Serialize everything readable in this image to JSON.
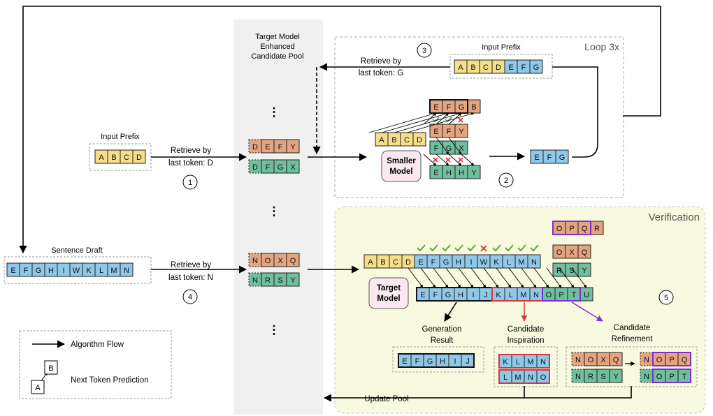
{
  "colors": {
    "yellow": "#f7de8a",
    "blue": "#8fc8e8",
    "orange": "#e3a47f",
    "green": "#6fbe9e",
    "pool_bg": "#f0f0f0",
    "verify_bg": "#f8fadf",
    "model_bg": "#fbe9ef",
    "purple": "#7b2fd0",
    "red_outline": "#d9373d",
    "check": "#5aaa3c",
    "cross": "#e0302a"
  },
  "pool": {
    "title_lines": [
      "Target Model",
      "Enhanced",
      "Candidate Pool"
    ],
    "ellipsis": "⋮"
  },
  "loop": {
    "label": "Loop 3x"
  },
  "verification": {
    "label": "Verification"
  },
  "input_prefix_left": {
    "label": "Input Prefix",
    "tokens": [
      "A",
      "B",
      "C",
      "D"
    ]
  },
  "input_prefix_loop": {
    "label": "Input Prefix",
    "tokens": [
      "A",
      "B",
      "C",
      "D",
      "E",
      "F",
      "G"
    ]
  },
  "step1": {
    "num": "1",
    "lines": [
      "Retrieve by",
      "last token: D"
    ]
  },
  "step2": {
    "num": "2"
  },
  "step3": {
    "num": "3",
    "lines": [
      "Retrieve by",
      "last token: G"
    ]
  },
  "step4": {
    "num": "4",
    "lines": [
      "Retrieve by",
      "last token: N"
    ]
  },
  "step5": {
    "num": "5"
  },
  "pool_d_rows": [
    [
      "D",
      "E",
      "F",
      "Y"
    ],
    [
      "D",
      "F",
      "G",
      "X"
    ]
  ],
  "pool_n_rows": [
    [
      "N",
      "O",
      "X",
      "Q"
    ],
    [
      "N",
      "R",
      "S",
      "Y"
    ]
  ],
  "smaller_model": {
    "lines": [
      "Smaller",
      "Model"
    ]
  },
  "target_model": {
    "lines": [
      "Target",
      "Model"
    ]
  },
  "small_ctx": [
    "A",
    "B",
    "C",
    "D"
  ],
  "small_preds": [
    [
      "E",
      "F",
      "G",
      "B"
    ],
    [
      "E",
      "F",
      "Y"
    ],
    [
      "F",
      "G",
      "X"
    ],
    [
      "E",
      "H",
      "H",
      "Y"
    ]
  ],
  "small_result": [
    "E",
    "F",
    "G"
  ],
  "sentence_draft": {
    "label": "Sentence Draft",
    "tokens": [
      "E",
      "F",
      "G",
      "H",
      "I",
      "W",
      "K",
      "L",
      "M",
      "N"
    ]
  },
  "verify_input": [
    "A",
    "B",
    "C",
    "D",
    "E",
    "F",
    "G",
    "H",
    "I",
    "W",
    "K",
    "L",
    "M",
    "N"
  ],
  "verify_marks": [
    "check",
    "check",
    "check",
    "check",
    "check",
    "cross",
    "check",
    "check",
    "check",
    "check"
  ],
  "target_output": [
    "E",
    "F",
    "G",
    "H",
    "I",
    "J",
    "K",
    "L",
    "M",
    "N",
    "O",
    "P",
    "T",
    "U"
  ],
  "stacked_candidates": [
    [
      "O",
      "P",
      "Q",
      "R"
    ],
    [
      "O",
      "X",
      "Q"
    ],
    [
      "R",
      "S",
      "Y"
    ]
  ],
  "gen_result": {
    "lines": [
      "Generation",
      "Result"
    ],
    "tokens": [
      "E",
      "F",
      "G",
      "H",
      "I",
      "J"
    ]
  },
  "inspiration": {
    "lines": [
      "Candidate",
      "Inspiration"
    ],
    "rows": [
      [
        "K",
        "L",
        "M",
        "N"
      ],
      [
        "L",
        "M",
        "N",
        "O"
      ]
    ]
  },
  "refinement": {
    "lines": [
      "Candidate",
      "Refinement"
    ],
    "before": [
      [
        "N",
        "O",
        "X",
        "Q"
      ],
      [
        "N",
        "R",
        "S",
        "Y"
      ]
    ],
    "after": [
      [
        "N",
        "O",
        "P",
        "Q"
      ],
      [
        "N",
        "O",
        "P",
        "T"
      ]
    ]
  },
  "update_pool": {
    "label": "Update Pool"
  },
  "legend": {
    "flow": "Algorithm Flow",
    "ntp": "Next Token Prediction",
    "a": "A",
    "b": "B"
  }
}
